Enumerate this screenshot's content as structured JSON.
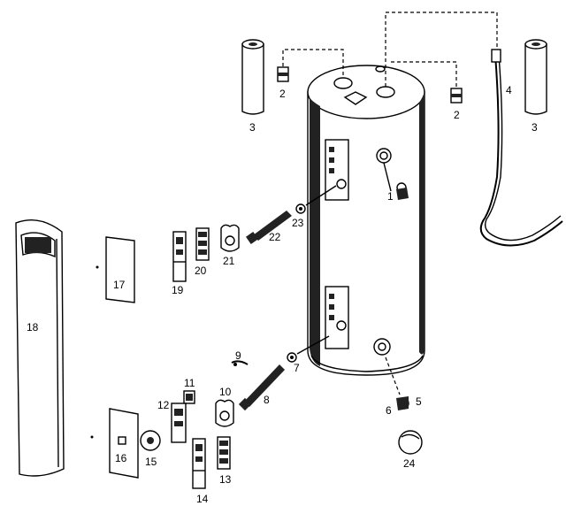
{
  "callouts": {
    "c1": "1",
    "c2a": "2",
    "c2b": "2",
    "c3a": "3",
    "c3b": "3",
    "c4": "4",
    "c5": "5",
    "c6": "6",
    "c7": "7",
    "c8": "8",
    "c9": "9",
    "c10": "10",
    "c11": "11",
    "c12": "12",
    "c13": "13",
    "c14": "14",
    "c15": "15",
    "c16": "16",
    "c17": "17",
    "c18": "18",
    "c19": "19",
    "c20": "20",
    "c21": "21",
    "c22": "22",
    "c23": "23",
    "c24": "24"
  }
}
